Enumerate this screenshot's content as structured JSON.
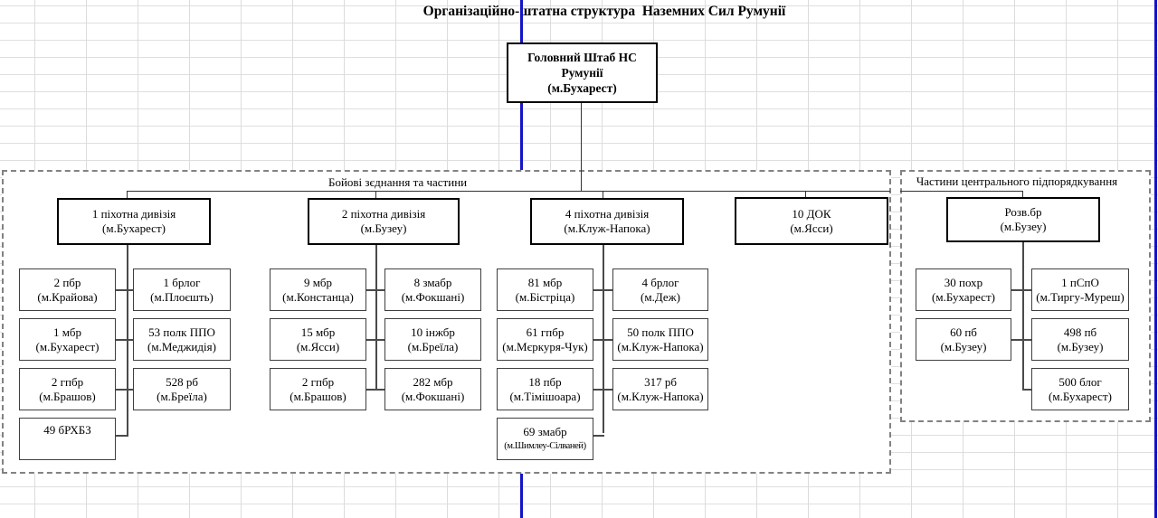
{
  "colors": {
    "page_break_line_blue": "#1414c8",
    "box_border_black": "#000000",
    "unit_border_gray": "#3f3f3f",
    "frame_dashed_gray": "#828282",
    "grid_line_gray": "#dcdcdc"
  },
  "title": "Організаційно-штатна структура  Наземних Сил Румунії",
  "headquarters": {
    "line1": "Головний Штаб НС",
    "line2": "Румунії",
    "location": "(м.Бухарест)"
  },
  "combat_group": {
    "label": "Бойові зєднання та частини",
    "divisions": [
      {
        "name": "1 піхотна дивізія",
        "location": "(м.Бухарест)",
        "units_left": [
          {
            "name": "2 пбр",
            "location": "(м.Крайова)"
          },
          {
            "name": "1 мбр",
            "location": "(м.Бухарест)"
          },
          {
            "name": "2 гпбр",
            "location": "(м.Брашов)"
          },
          {
            "name": "49 бРХБЗ",
            "location": ""
          }
        ],
        "units_right": [
          {
            "name": "1 брлог",
            "location": "(м.Плоєшть)"
          },
          {
            "name": "53 полк ППО",
            "location": "(м.Меджидія)"
          },
          {
            "name": "528 рб",
            "location": "(м.Бреїла)"
          }
        ]
      },
      {
        "name": "2 піхотна дивізія",
        "location": "(м.Бузеу)",
        "units_left": [
          {
            "name": "9 мбр",
            "location": "(м.Констанца)"
          },
          {
            "name": "15 мбр",
            "location": "(м.Ясси)"
          },
          {
            "name": "2 гпбр",
            "location": "(м.Брашов)"
          }
        ],
        "units_right": [
          {
            "name": "8 змабр",
            "location": "(м.Фокшані)"
          },
          {
            "name": "10 інжбр",
            "location": "(м.Бреїла)"
          },
          {
            "name": "282 мбр",
            "location": "(м.Фокшані)"
          }
        ]
      },
      {
        "name": "4 піхотна дивізія",
        "location": "(м.Клуж-Напока)",
        "units_left": [
          {
            "name": "81 мбр",
            "location": "(м.Бістріца)"
          },
          {
            "name": "61 гпбр",
            "location": "(м.Мєркуря-Чук)"
          },
          {
            "name": "18 пбр",
            "location": "(м.Тімішоара)"
          },
          {
            "name": "69 змабр",
            "location": "(м.Шимлеу-Сілваней)"
          }
        ],
        "units_right": [
          {
            "name": "4 брлог",
            "location": "(м.Деж)"
          },
          {
            "name": "50 полк ППО",
            "location": "(м.Клуж-Напока)"
          },
          {
            "name": "317 рб",
            "location": "(м.Клуж-Напока)"
          }
        ]
      },
      {
        "name": "10 ДОК",
        "location": "(м.Ясси)",
        "units_left": [],
        "units_right": []
      }
    ]
  },
  "central_group": {
    "label": "Частини центрального підпорядкування",
    "parent": {
      "name": "Розв.бр",
      "location": "(м.Бузеу)"
    },
    "units_left": [
      {
        "name": "30 похр",
        "location": "(м.Бухарест)"
      },
      {
        "name": "60 пб",
        "location": "(м.Бузеу)"
      }
    ],
    "units_right": [
      {
        "name": "1 пСпО",
        "location": "(м.Тиргу-Муреш)"
      },
      {
        "name": "498 пб",
        "location": "(м.Бузеу)"
      },
      {
        "name": "500 блог",
        "location": "(м.Бухарест)"
      }
    ]
  }
}
